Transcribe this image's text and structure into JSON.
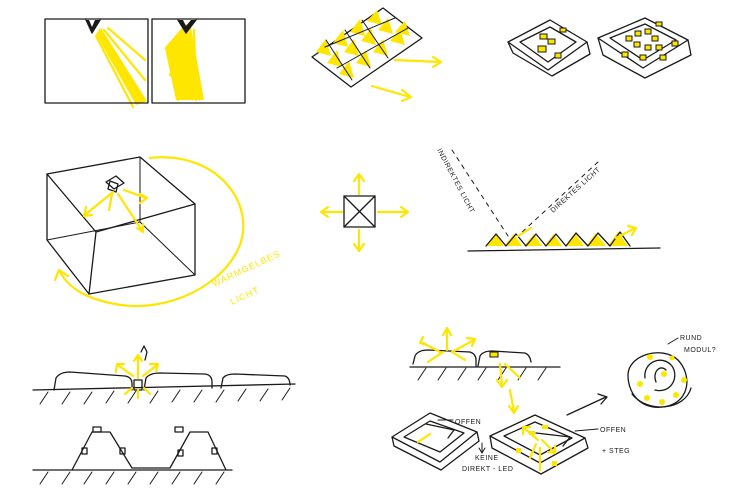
{
  "labels": {
    "warm": "WARMGELBES",
    "licht": "LICHT",
    "indirect": "INDIREKTES LICHT",
    "direct": "DIREKTES LICHT",
    "offen_left": "OFFEN",
    "keine": "KEINE",
    "direkt_led": "DIREKT - LED",
    "offen_right": "OFFEN",
    "steg": "+ STEG",
    "rund": "RUND",
    "modul": "MODUL?"
  },
  "colors": {
    "ink": "#1a1a1a",
    "accent": "#ffe600",
    "paper": "#ffffff"
  }
}
